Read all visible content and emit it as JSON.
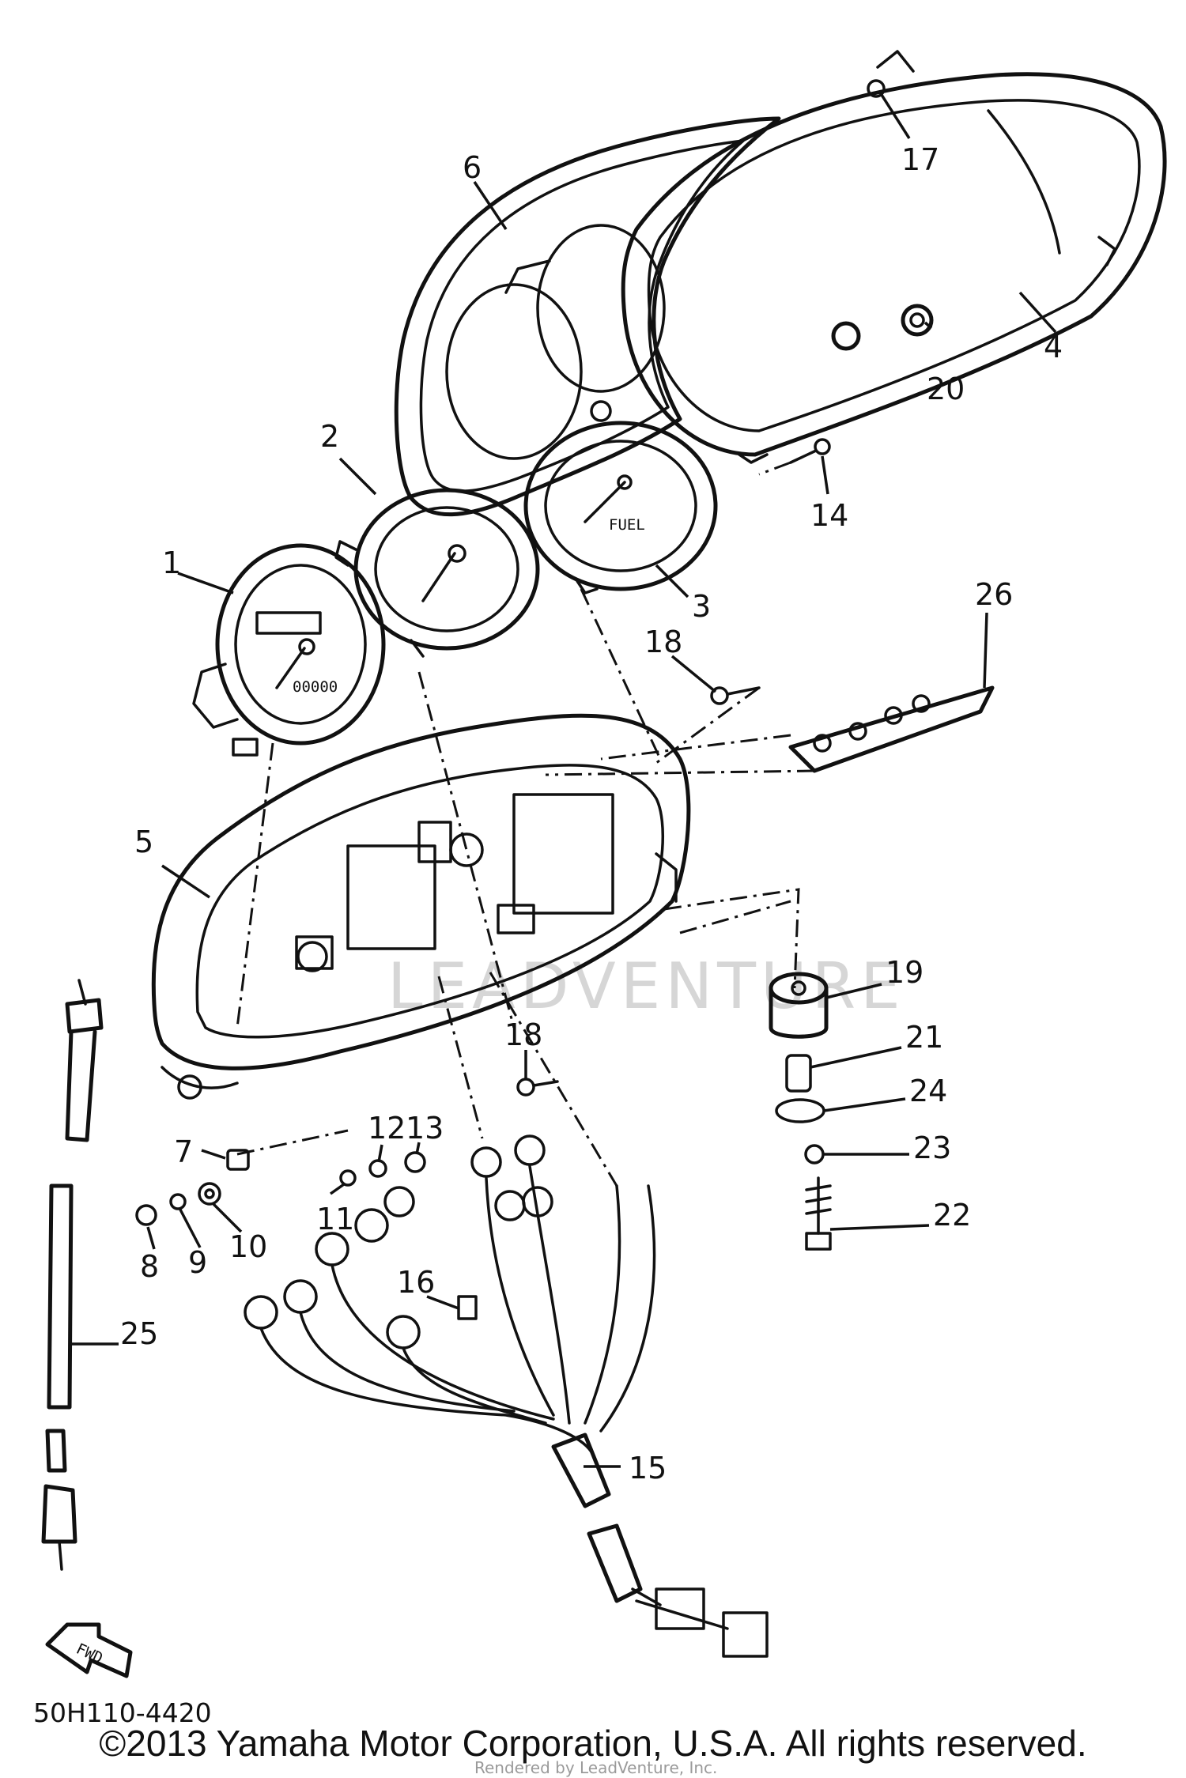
{
  "parts": [
    {
      "id": "1",
      "label": "1"
    },
    {
      "id": "2",
      "label": "2"
    },
    {
      "id": "3",
      "label": "3"
    },
    {
      "id": "4",
      "label": "4"
    },
    {
      "id": "5",
      "label": "5"
    },
    {
      "id": "6",
      "label": "6"
    },
    {
      "id": "7",
      "label": "7"
    },
    {
      "id": "8",
      "label": "8"
    },
    {
      "id": "9",
      "label": "9"
    },
    {
      "id": "10",
      "label": "10"
    },
    {
      "id": "11",
      "label": "11"
    },
    {
      "id": "12",
      "label": "12"
    },
    {
      "id": "13",
      "label": "13"
    },
    {
      "id": "14",
      "label": "14"
    },
    {
      "id": "15",
      "label": "15"
    },
    {
      "id": "16",
      "label": "16"
    },
    {
      "id": "17",
      "label": "17"
    },
    {
      "id": "18a",
      "label": "18"
    },
    {
      "id": "18b",
      "label": "18"
    },
    {
      "id": "19",
      "label": "19"
    },
    {
      "id": "20",
      "label": "20"
    },
    {
      "id": "21",
      "label": "21"
    },
    {
      "id": "22",
      "label": "22"
    },
    {
      "id": "23",
      "label": "23"
    },
    {
      "id": "24",
      "label": "24"
    },
    {
      "id": "25",
      "label": "25"
    },
    {
      "id": "26",
      "label": "26"
    }
  ],
  "gauge_text": {
    "fuel": "FUEL",
    "odometer": "00000"
  },
  "direction_marker": "FWD",
  "drawing_code": "50H110-4420",
  "watermark": "LEADVENTURE",
  "footer_credit": "Rendered by LeadVenture, Inc.",
  "copyright": "©2013 Yamaha Motor Corporation, U.S.A. All rights reserved."
}
